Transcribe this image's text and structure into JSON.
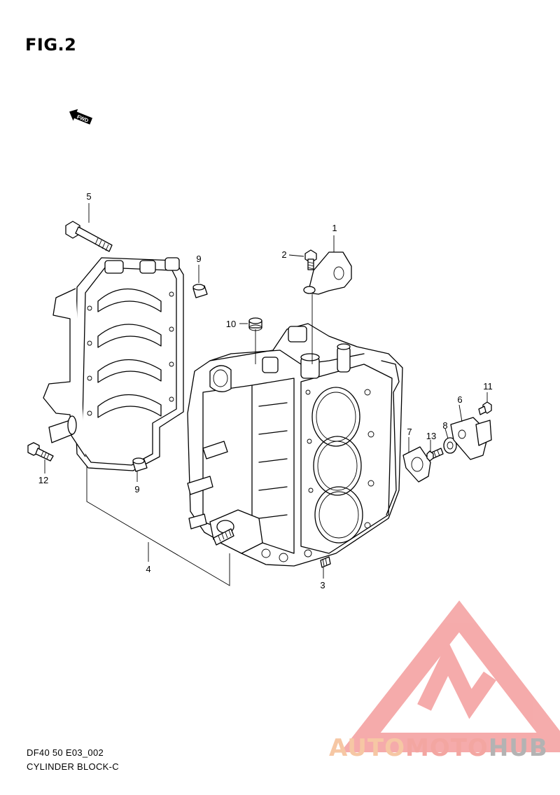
{
  "figure": {
    "title": "FIG.2"
  },
  "direction_arrow": {
    "label": "FWD",
    "icon": "fwd-arrow-icon"
  },
  "callouts": [
    {
      "id": 1,
      "label": "1"
    },
    {
      "id": 2,
      "label": "2"
    },
    {
      "id": 3,
      "label": "3"
    },
    {
      "id": 4,
      "label": "4"
    },
    {
      "id": 5,
      "label": "5"
    },
    {
      "id": 6,
      "label": "6"
    },
    {
      "id": 7,
      "label": "7"
    },
    {
      "id": 8,
      "label": "8"
    },
    {
      "id": 9,
      "label": "9"
    },
    {
      "id": 10,
      "label": "10"
    },
    {
      "id": 11,
      "label": "11"
    },
    {
      "id": 12,
      "label": "12"
    },
    {
      "id": 13,
      "label": "13"
    }
  ],
  "footer": {
    "diagram_code": "DF40 50 E03_002",
    "diagram_name": "CYLINDER BLOCK-C"
  },
  "watermark": {
    "text_part1": "AUTO",
    "text_part2": "MOTO",
    "text_part3": "HUB",
    "colors": {
      "logo": "#f4a3a3",
      "auto": "#f6c7a4",
      "moto": "#f3a6a1",
      "hub": "#b3b3b3"
    }
  }
}
